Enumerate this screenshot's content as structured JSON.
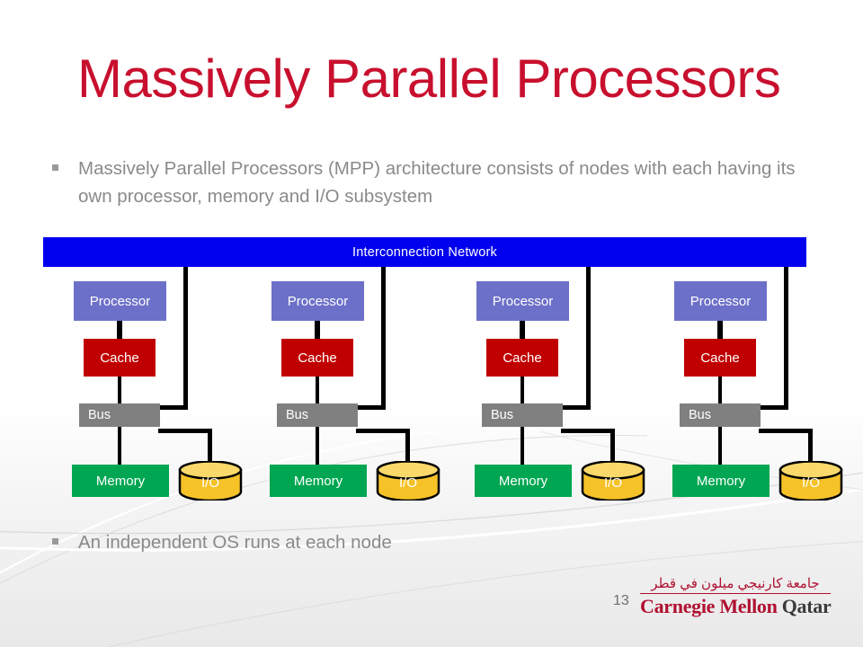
{
  "slide": {
    "title": "Massively Parallel Processors",
    "title_color": "#C8102E",
    "page_number": "13"
  },
  "bullets": [
    {
      "marker": "square-bullet",
      "text": "Massively Parallel Processors (MPP) architecture consists of nodes with each having its own processor, memory and I/O subsystem"
    },
    {
      "marker": "square-bullet",
      "text": "An independent OS runs at each node"
    }
  ],
  "diagram": {
    "network": {
      "label": "Interconnection Network",
      "color": "#0000EE",
      "text_color": "#FFFFFF"
    },
    "component_colors": {
      "processor": "#6C70C8",
      "cache": "#C00000",
      "bus": "#808080",
      "memory": "#00A651",
      "io": "#F5C228",
      "connector": "#000000"
    },
    "node_count": 4,
    "nodes": [
      {
        "processor": "Processor",
        "cache": "Cache",
        "bus": "Bus",
        "memory": "Memory",
        "io": "I/O"
      },
      {
        "processor": "Processor",
        "cache": "Cache",
        "bus": "Bus",
        "memory": "Memory",
        "io": "I/O"
      },
      {
        "processor": "Processor",
        "cache": "Cache",
        "bus": "Bus",
        "memory": "Memory",
        "io": "I/O"
      },
      {
        "processor": "Processor",
        "cache": "Cache",
        "bus": "Bus",
        "memory": "Memory",
        "io": "I/O"
      }
    ]
  },
  "footer": {
    "logo_arabic": "جامعة كارنيجي ميلون في قطر",
    "logo_latin_primary": "Carnegie Mellon",
    "logo_latin_secondary": "Qatar"
  }
}
